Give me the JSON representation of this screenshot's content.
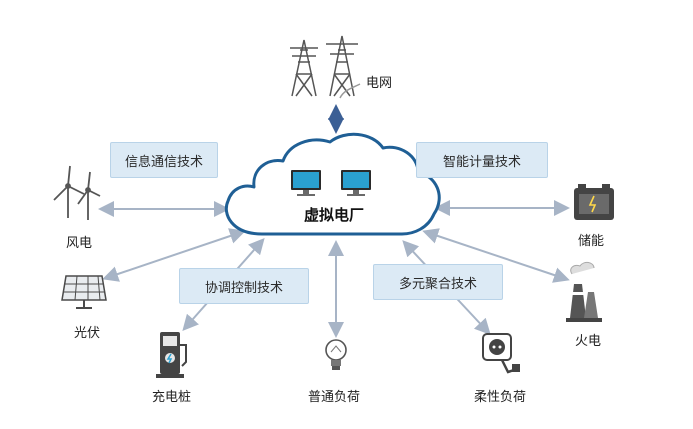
{
  "center": {
    "label": "虚拟电厂"
  },
  "top_node": {
    "label": "电网"
  },
  "technologies": [
    {
      "label": "信息通信技术"
    },
    {
      "label": "智能计量技术"
    },
    {
      "label": "协调控制技术"
    },
    {
      "label": "多元聚合技术"
    }
  ],
  "nodes": {
    "wind": {
      "label": "风电"
    },
    "solar": {
      "label": "光伏"
    },
    "charging": {
      "label": "充电桩"
    },
    "ordinary_load": {
      "label": "普通负荷"
    },
    "flexible_load": {
      "label": "柔性负荷"
    },
    "thermal": {
      "label": "火电"
    },
    "storage": {
      "label": "储能"
    }
  },
  "colors": {
    "arrow": "#a7b4c6",
    "arrow_grid": "#3b5f95",
    "tech_box": "#dceaf5",
    "cloud_outline": "#1f5f95",
    "monitor": "#2aa0d0"
  }
}
